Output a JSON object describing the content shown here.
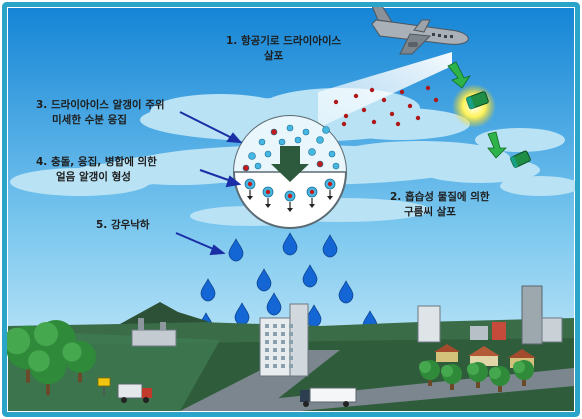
{
  "steps": [
    {
      "number": "1.",
      "line1": "항공기로 드라이아이스",
      "line2": "살포"
    },
    {
      "number": "2.",
      "line1": "흡습성 물질에 의한",
      "line2": "구름씨 살포"
    },
    {
      "number": "3.",
      "line1": "드라이아이스 알갱이 주위",
      "line2": "미세한 수분 응집"
    },
    {
      "number": "4.",
      "line1": "충돌, 응집, 병합에 의한",
      "line2": "얼음 알갱이 형성"
    },
    {
      "number": "5.",
      "line1": "강우낙하",
      "line2": ""
    }
  ],
  "icons": {
    "airplane": "airplane-icon",
    "seeding_canister": "canister-icon",
    "raindrop": "raindrop-icon",
    "tree": "tree-icon",
    "truck": "truck-icon",
    "building": "building-icon"
  },
  "colors": {
    "frame_border": "#2aa4c8",
    "sky_top": "#1585d6",
    "sky_bottom": "#d9f1fb",
    "cloud": "#b9e2f5",
    "raindrop": "#1366d4",
    "seed_green": "#2eb24a",
    "droplet_cyan": "#45b7e0",
    "droplet_red": "#c21d1d",
    "ground": "#2f5d3b",
    "road": "#7b868f"
  }
}
